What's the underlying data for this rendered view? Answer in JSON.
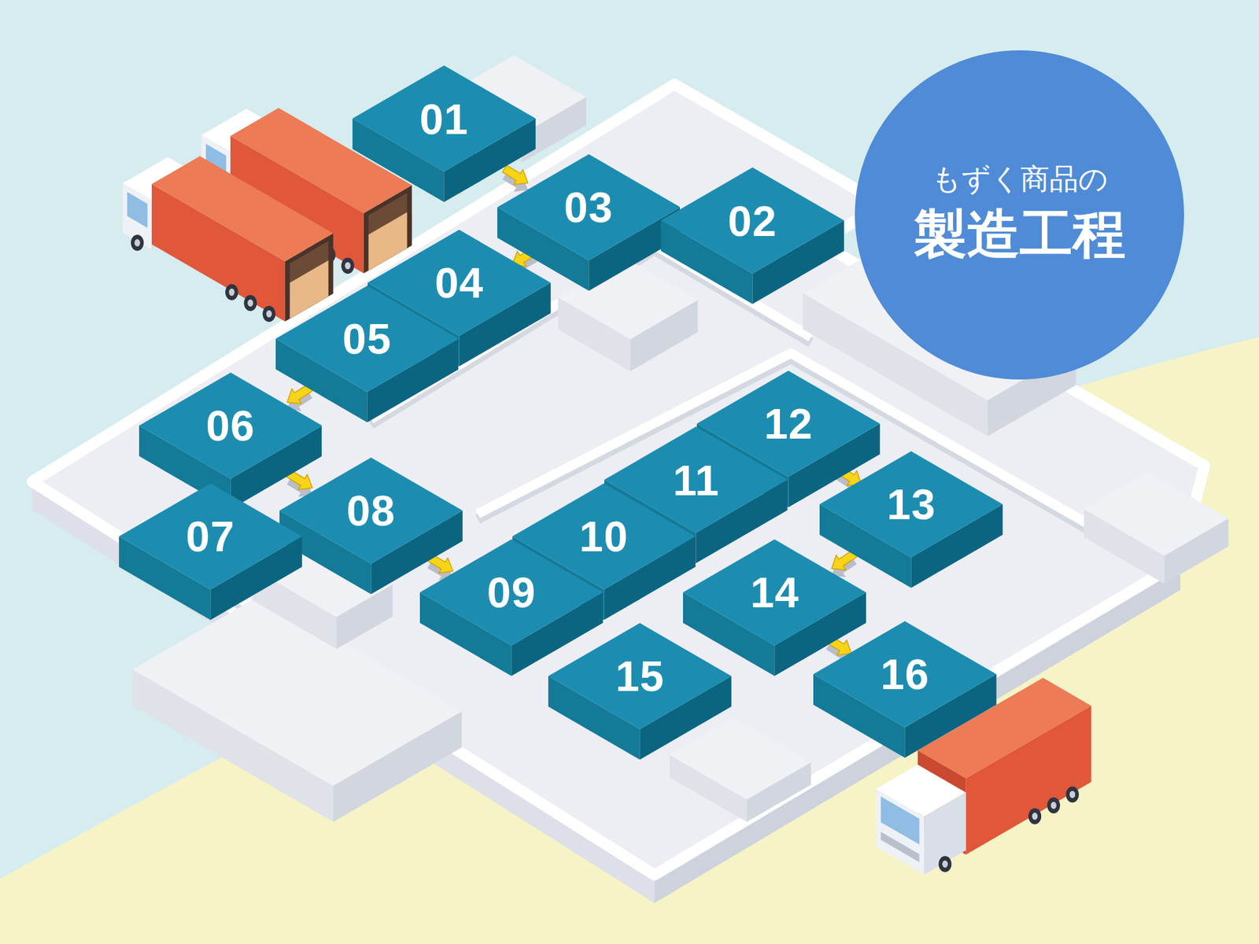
{
  "diagram": {
    "nodes": [
      {
        "text": [
          "もずく商品の",
          "製造工程"
        ]
      },
      {
        "text": [
          "01"
        ]
      },
      {
        "text": [
          "02"
        ]
      },
      {
        "text": [
          "03"
        ]
      },
      {
        "text": [
          "04"
        ]
      },
      {
        "text": [
          "05"
        ]
      },
      {
        "text": [
          "06"
        ]
      },
      {
        "text": [
          "07"
        ]
      },
      {
        "text": [
          "08"
        ]
      },
      {
        "text": [
          "09"
        ]
      },
      {
        "text": [
          "10"
        ]
      },
      {
        "text": [
          "11"
        ]
      },
      {
        "text": [
          "12"
        ]
      },
      {
        "text": [
          "13"
        ]
      },
      {
        "text": [
          "14"
        ]
      },
      {
        "text": [
          "15"
        ]
      },
      {
        "text": [
          "16"
        ]
      }
    ],
    "edges": [
      {
        "from": 1,
        "to": 3,
        "arrow": "to"
      },
      {
        "from": 3,
        "to": 4,
        "arrow": "to"
      },
      {
        "from": 5,
        "to": 6,
        "arrow": "to"
      },
      {
        "from": 6,
        "to": 8,
        "arrow": "to"
      },
      {
        "from": 8,
        "to": 9,
        "arrow": "to"
      },
      {
        "from": 12,
        "to": 13,
        "arrow": "to"
      },
      {
        "from": 13,
        "to": 14,
        "arrow": "to"
      },
      {
        "from": 14,
        "to": 16,
        "arrow": "to"
      }
    ]
  }
}
